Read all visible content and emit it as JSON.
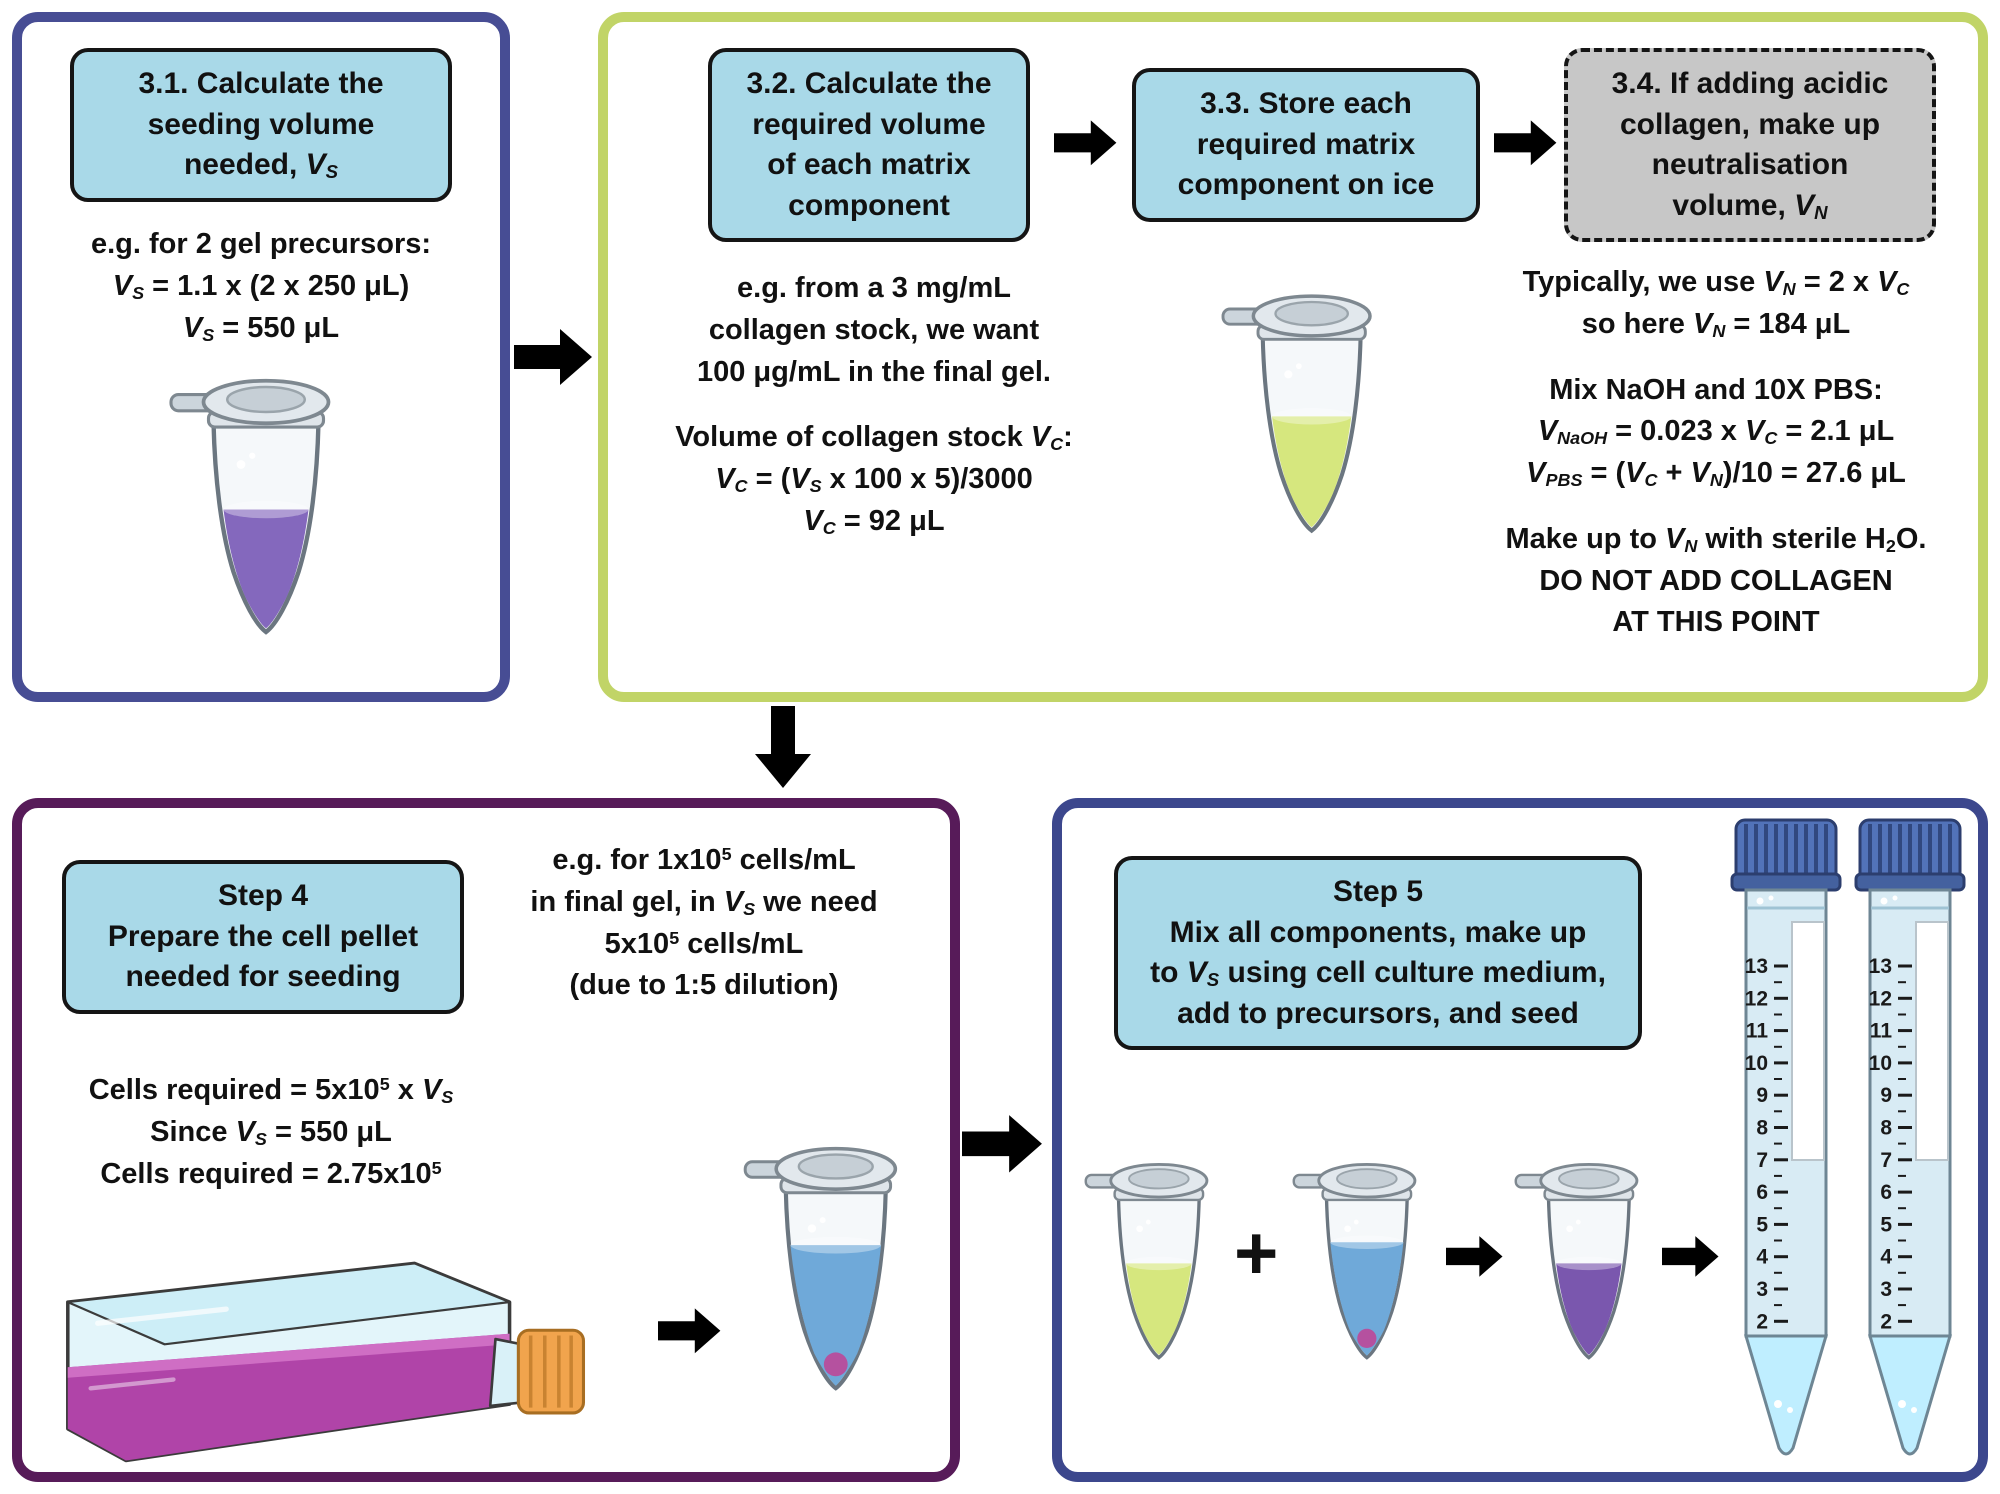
{
  "colors": {
    "panel1_border": "#474d94",
    "panel2_border": "#c1d467",
    "panel3_border": "#571b59",
    "panel4_border": "#3c478d",
    "header_fill": "#a9d9e8",
    "gray_fill": "#c7c7c7",
    "arrow": "#000000",
    "purple_liquid": "#8468bd",
    "green_liquid": "#d6e77e",
    "blue_liquid": "#6fa9d9",
    "mix_liquid": "#7a57ae",
    "pellet": "#b5519f",
    "flask_media": "#b044a8",
    "flask_media_surface": "#cf6ec4",
    "flask_cap": "#f1a44d",
    "falcon_cap": "#5273b9"
  },
  "panel1": {
    "header_html": "3.1. Calculate the<br>seeding volume<br>needed, <i>V<sub>S</sub></i>",
    "lines": [
      "e.g. for 2 gel precursors:",
      "<i>V<sub>S</sub></i> = 1.1 x (2 x 250 μL)",
      "<i>V<sub>S</sub></i> = 550 μL"
    ]
  },
  "panel2": {
    "box_3_2": {
      "header_html": "3.2. Calculate the<br>required volume<br>of each matrix<br>component",
      "lines": [
        "e.g. from a 3 mg/mL",
        "collagen stock, we want",
        "100 μg/mL in the final gel.",
        "Volume of collagen stock <i>V<sub>C</sub></i>:",
        "<i>V<sub>C</sub></i> = (<i>V<sub>S</sub></i> x 100 x 5)/3000",
        "<i>V<sub>C</sub></i> = 92 μL"
      ]
    },
    "box_3_3": {
      "header_html": "3.3. Store each<br>required matrix<br>component on ice"
    },
    "box_3_4": {
      "header_html": "3.4. If adding acidic<br>collagen, make up<br>neutralisation<br>volume, <i>V<sub>N</sub></i>",
      "lines": [
        "Typically, we use <i>V<sub>N</sub></i> = 2 x <i>V<sub>C</sub></i>",
        "so here <i>V<sub>N</sub></i> = 184 μL",
        "Mix NaOH and 10X PBS:",
        "<i>V<sub>NaOH</sub></i> = 0.023 x <i>V<sub>C</sub></i> = 2.1 μL",
        "<i>V<sub>PBS</sub></i> = (<i>V<sub>C</sub></i> + <i>V<sub>N</sub></i>)/10 = 27.6 μL",
        "Make up to <i>V<sub>N</sub></i> with sterile H<sub>2</sub>O.",
        "DO NOT ADD COLLAGEN",
        "AT THIS POINT"
      ]
    }
  },
  "panel3": {
    "header_html": "Step 4<br>Prepare the cell pellet<br>needed for seeding",
    "example_lines": [
      "e.g. for 1x10<sup>5</sup> cells/mL",
      "in final gel, in <i>V<sub>S</sub></i> we need",
      "5x10<sup>5</sup> cells/mL",
      "(due to 1:5 dilution)"
    ],
    "calc_lines": [
      "Cells required = 5x10<sup>5</sup> x <i>V<sub>S</sub></i>",
      "Since <i>V<sub>S</sub></i> = 550 μL",
      "Cells required =  2.75x10<sup>5</sup>"
    ]
  },
  "panel4": {
    "header_html": "Step 5<br>Mix all components, make up<br>to <i>V<sub>S</sub></i> using cell culture medium,<br>add to precursors, and seed",
    "plus": "+"
  },
  "falcon_tube": {
    "graduations": [
      "13",
      "12",
      "11",
      "10",
      "9",
      "8",
      "7",
      "6",
      "5",
      "4",
      "3",
      "2"
    ]
  }
}
